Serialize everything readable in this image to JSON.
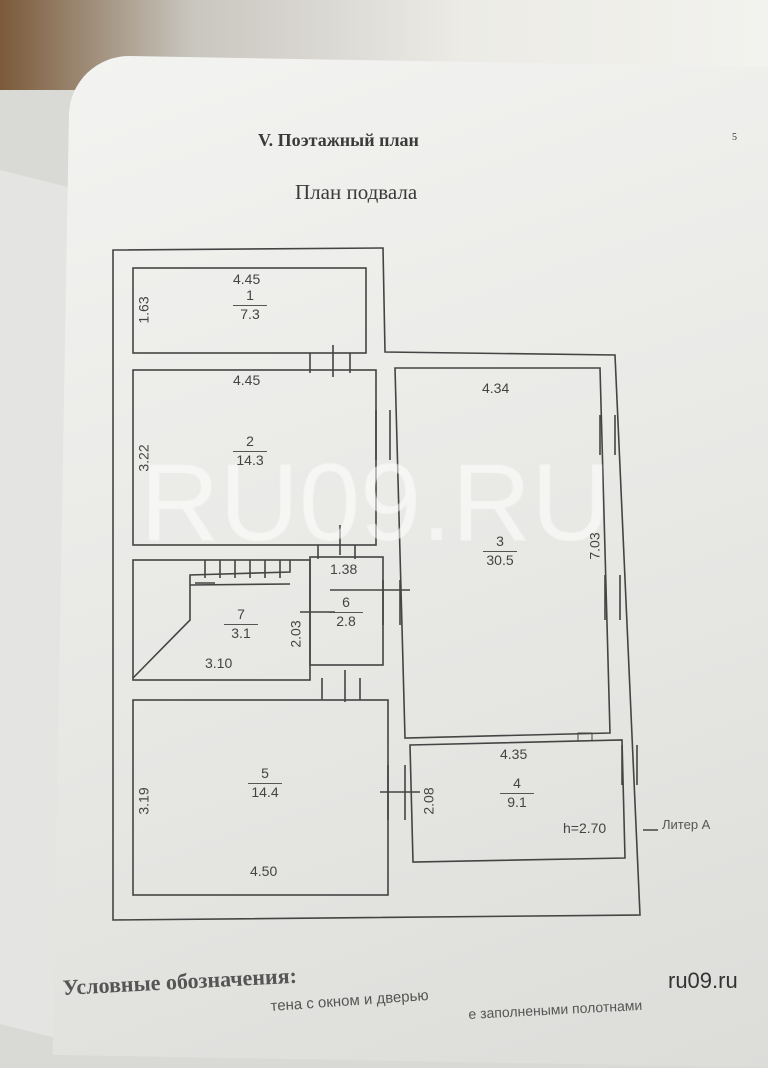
{
  "header": {
    "section_title": "V.  Поэтажный план",
    "page_number": "5",
    "subtitle": "План подвала"
  },
  "rooms": [
    {
      "number": "1",
      "area": "7.3",
      "width": "4.45",
      "height": "1.63"
    },
    {
      "number": "2",
      "area": "14.3",
      "width": "4.45",
      "height": "3.22"
    },
    {
      "number": "3",
      "area": "30.5",
      "width": "4.34",
      "height": "7.03"
    },
    {
      "number": "4",
      "area": "9.1",
      "width": "4.35",
      "height": "2.08"
    },
    {
      "number": "5",
      "area": "14.4",
      "width": "4.50",
      "height": "3.19"
    },
    {
      "number": "6",
      "area": "2.8",
      "width": "1.38"
    },
    {
      "number": "7",
      "area": "3.1",
      "width": "3.10",
      "height": "2.03"
    }
  ],
  "ceiling_height": "h=2.70",
  "liter": "Литер А",
  "watermark": "RU09.RU",
  "legend": {
    "title": "Условные обозначения:",
    "item1": "тена с окном и дверью",
    "item2": "е заполнеными полотнами"
  },
  "site_mark": "ru09.ru"
}
